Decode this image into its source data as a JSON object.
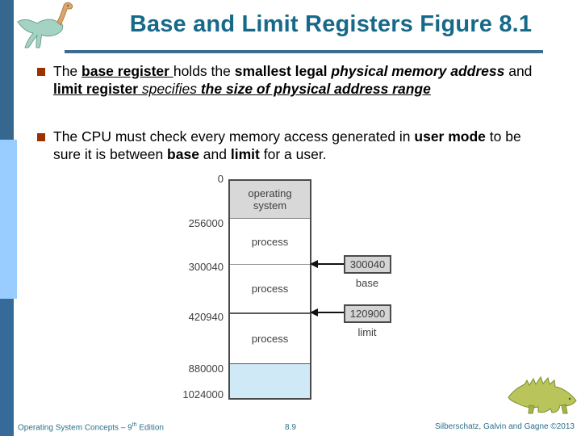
{
  "slide": {
    "title": "Base and Limit Registers Figure 8.1",
    "footer": {
      "book_prefix": "Operating System Concepts – 9",
      "book_sup": "th",
      "book_suffix": " Edition",
      "page_number": "8.9",
      "authors": "Silberschatz, Galvin and Gagne ©2013"
    }
  },
  "bullets": {
    "b1": {
      "t1": "The ",
      "t2": "base register ",
      "t3": "holds the ",
      "t4": "smallest legal ",
      "t5": "physical memory address",
      "t6": " and ",
      "t7": "limit register ",
      "t8": "specifies ",
      "t9": "the size of physical address range"
    },
    "b2": {
      "t1": "The CPU must check every memory access generated in ",
      "t2": "user mode",
      "t3": " to be sure it is between ",
      "t4": "base",
      "t5": " and ",
      "t6": "limit",
      "t7": " for a user."
    }
  },
  "figure": {
    "addresses": [
      "0",
      "256000",
      "300040",
      "420940",
      "880000",
      "1024000"
    ],
    "sections": [
      "operating system",
      "process",
      "process",
      "process"
    ],
    "base_register": {
      "value": "300040",
      "label": "base"
    },
    "limit_register": {
      "value": "120900",
      "label": "limit"
    }
  },
  "icons": {
    "top_left": "dinosaur-logo",
    "bottom_right": "dinosaur-logo"
  },
  "colors": {
    "title_text": "#17698a",
    "title_rule": "#3a6d90",
    "bullet_marker": "#993300",
    "footer_text": "#2b7086",
    "sidebar_top": "#35678f",
    "sidebar_middle": "#99ccff",
    "sidebar_bottom": "#366a98",
    "os_section_fill": "#d8d8d8",
    "free_section_fill": "#cfe9f7",
    "register_box_fill": "#d4d4d4",
    "diagram_border": "#4a4a4a"
  }
}
